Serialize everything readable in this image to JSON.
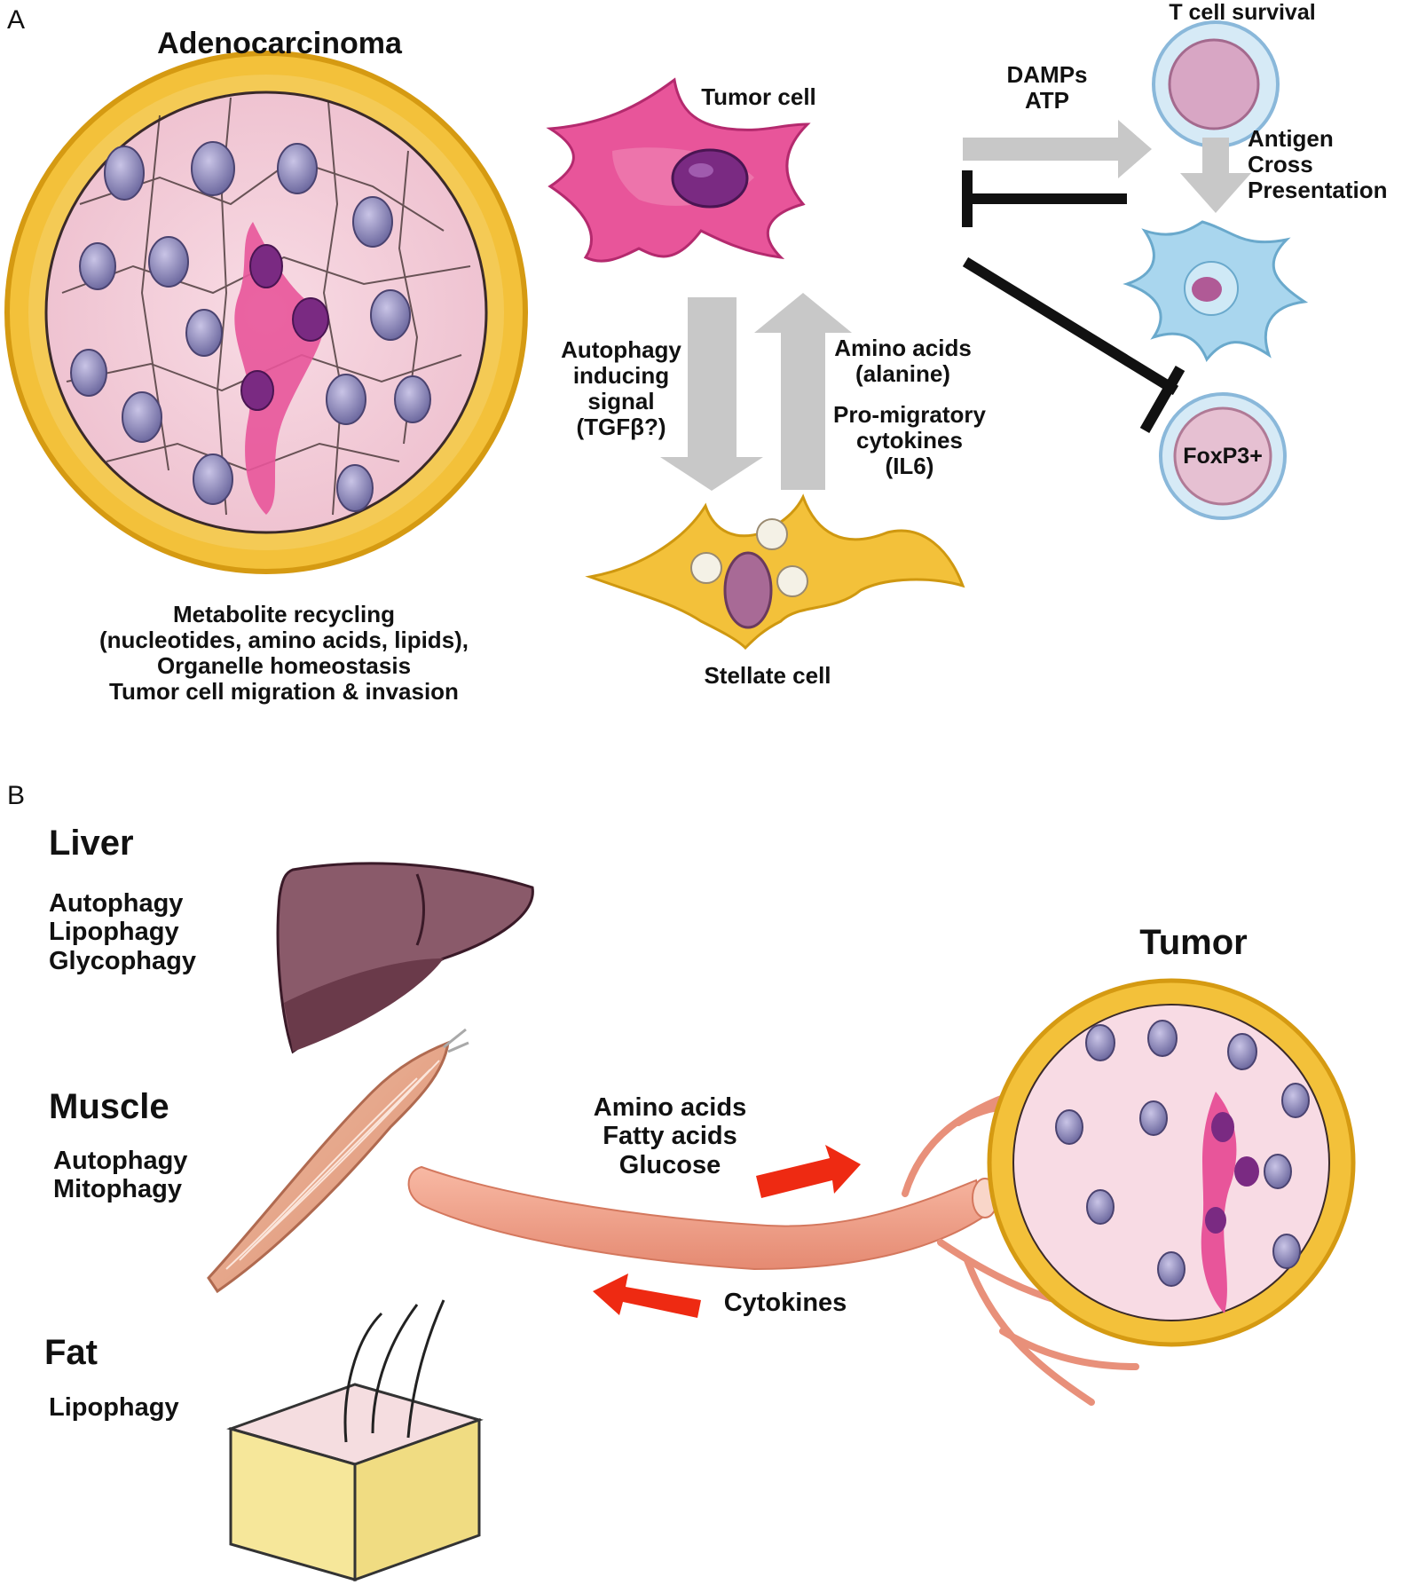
{
  "panels": {
    "a": "A",
    "b": "B"
  },
  "panel_a": {
    "adenocarcinoma_title": "Adenocarcinoma",
    "adenocarcinoma_caption": "Metabolite recycling\n(nucleotides, amino acids, lipids),\nOrganelle homeostasis\nTumor cell migration & invasion",
    "tumor_cell": "Tumor cell",
    "stellate_cell": "Stellate cell",
    "signal_down": "Autophagy\ninducing\nsignal\n(TGFβ?)",
    "signal_up_1": "Amino acids\n(alanine)",
    "signal_up_2": "Pro-migratory\ncytokines\n(IL6)",
    "damps": "DAMPs\nATP",
    "t_cell_survival": "T cell survival",
    "antigen": "Antigen\nCross\nPresentation",
    "foxp3": "FoxP3+"
  },
  "panel_b": {
    "liver_title": "Liver",
    "liver_items": "Autophagy\nLipophagy\nGlycophagy",
    "muscle_title": "Muscle",
    "muscle_items": "Autophagy\nMitophagy",
    "fat_title": "Fat",
    "fat_items": "Lipophagy",
    "nutrients": "Amino acids\nFatty acids\nGlucose",
    "cytokines": "Cytokines",
    "tumor_title": "Tumor"
  },
  "colors": {
    "tumor_pink": "#e8559a",
    "nucleus_purple": "#7a2a82",
    "stroma_yellow": "#f2b82a",
    "gray_arrow": "#c8c8c8",
    "red_arrow": "#ee2a12",
    "vessel": "#f2a08a",
    "liver": "#8a5a6a",
    "fat": "#f6e79a"
  }
}
